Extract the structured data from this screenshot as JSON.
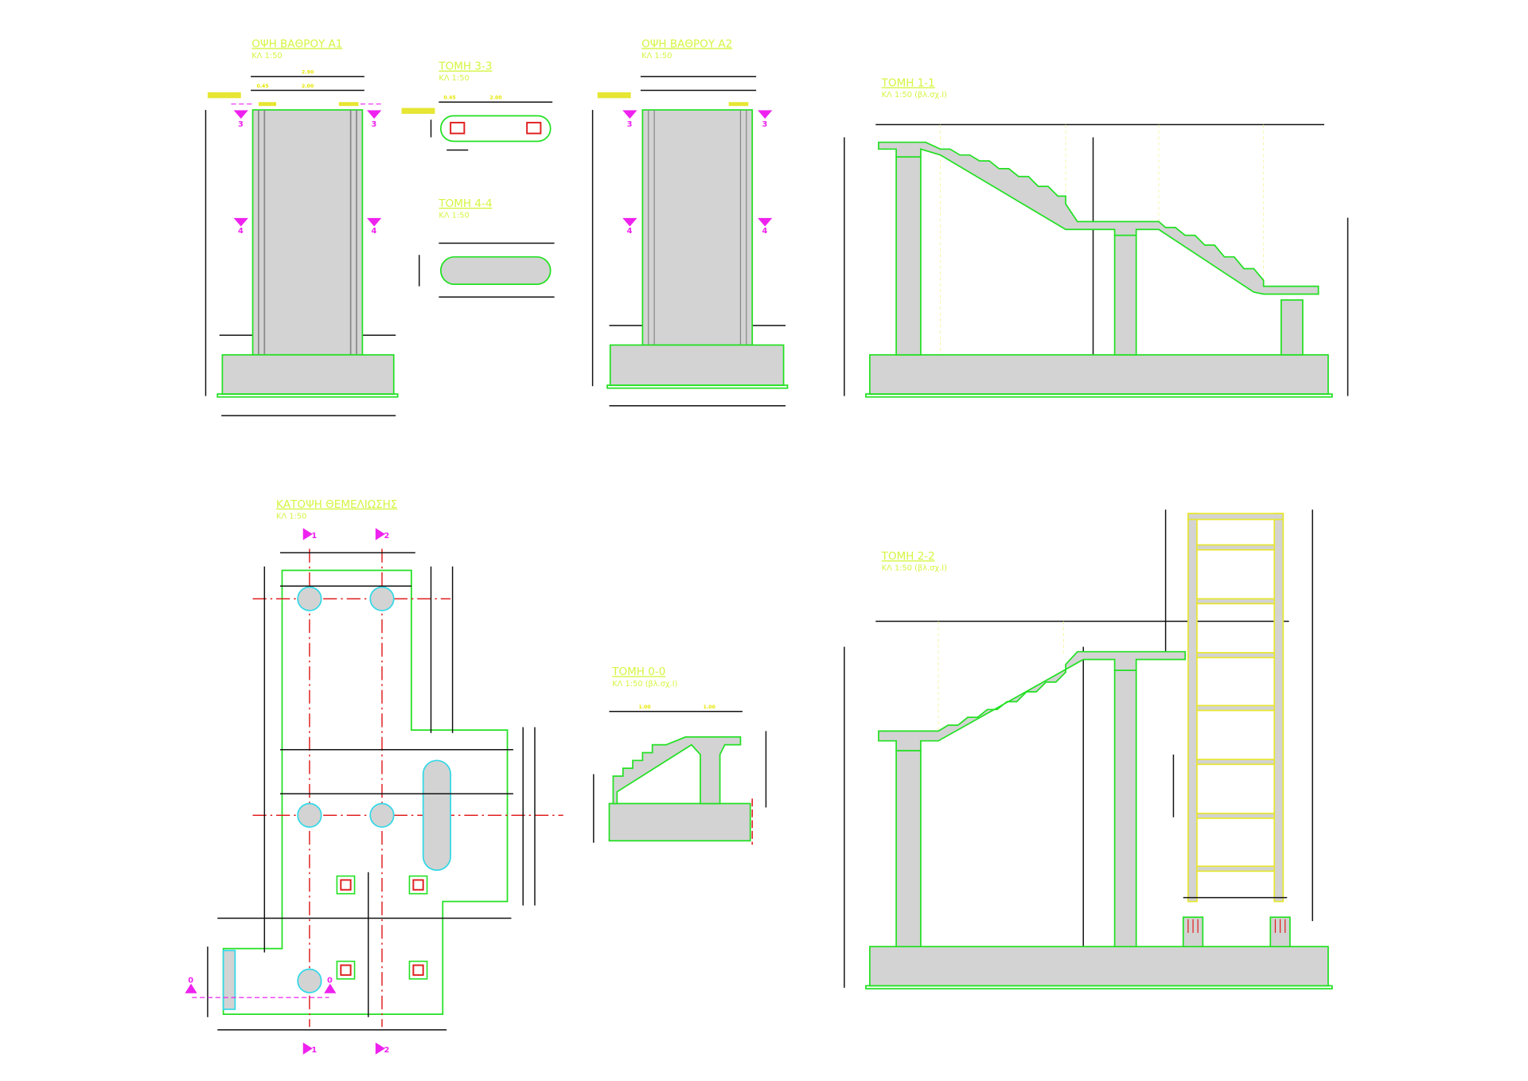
{
  "drawings": {
    "elevation_a1": {
      "title": "ΟΨΗ ΒΑΘΡΟΥ Α1",
      "scale": "ΚΛ 1:50"
    },
    "section_3_3": {
      "title": "ΤΟΜΗ 3-3",
      "scale": "ΚΛ 1:50"
    },
    "section_4_4": {
      "title": "ΤΟΜΗ 4-4",
      "scale": "ΚΛ 1:50"
    },
    "elevation_a2": {
      "title": "ΟΨΗ ΒΑΘΡΟΥ Α2",
      "scale": "ΚΛ 1:50"
    },
    "section_1_1": {
      "title": "ΤΟΜΗ 1-1",
      "scale": "ΚΛ 1:50 (βλ.σχ.Ι)"
    },
    "foundation_plan": {
      "title": "ΚΑΤΟΨΗ ΘΕΜΕΛΙΩΣΗΣ",
      "scale": "ΚΛ 1:50"
    },
    "section_0_0": {
      "title": "ΤΟΜΗ 0-0",
      "scale": "ΚΛ 1:50 (βλ.σχ.Ι)"
    },
    "section_2_2": {
      "title": "ΤΟΜΗ 2-2",
      "scale": "ΚΛ 1:50 (βλ.σχ.Ι)"
    }
  },
  "section_markers": {
    "s1": "1",
    "s2": "2",
    "s3": "3",
    "s4": "4",
    "s0": "0"
  },
  "dimensions": {
    "a1_total": "2.90",
    "a1_side": "0.45",
    "a1_mid": "2.00",
    "s33_side": "0.45",
    "s33_mid": "2.00",
    "s00_left": "1.00",
    "s00_right": "1.00"
  },
  "colors": {
    "concrete": "#d3d3d3",
    "outline": "#22e022",
    "axis": "#e02020",
    "section_mark": "#ee22ee",
    "title": "#d4f542"
  }
}
